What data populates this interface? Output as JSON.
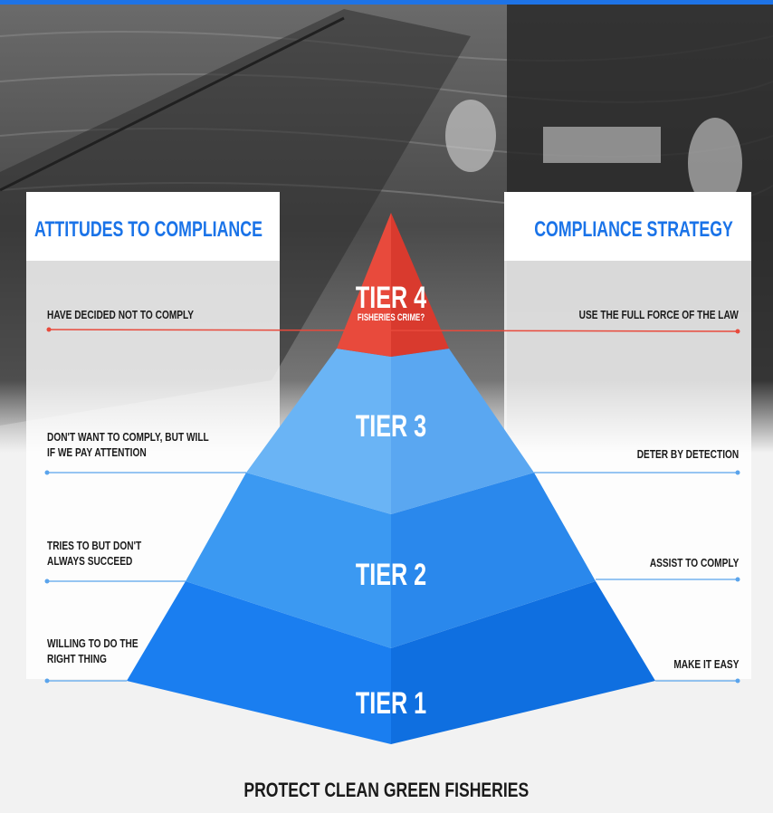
{
  "headers": {
    "left": "ATTITUDES TO COMPLIANCE",
    "right": "COMPLIANCE STRATEGY"
  },
  "tiers": [
    {
      "name": "TIER 4",
      "sub": "FISHERIES CRIME?",
      "attitude": "HAVE DECIDED NOT TO COMPLY",
      "strategy": "USE THE FULL FORCE OF THE LAW",
      "color": "#e84a3c"
    },
    {
      "name": "TIER 3",
      "attitude": "DON'T WANT TO COMPLY, BUT WILL\nIF WE PAY ATTENTION",
      "strategy": "DETER BY DETECTION",
      "color": "#6ab4f5"
    },
    {
      "name": "TIER 2",
      "attitude": "TRIES TO BUT DON'T\nALWAYS SUCCEED",
      "strategy": "ASSIST TO COMPLY",
      "color": "#3b99f2"
    },
    {
      "name": "TIER 1",
      "attitude": "WILLING TO DO THE\nRIGHT THING",
      "strategy": "MAKE IT EASY",
      "color": "#1a7ef0"
    }
  ],
  "footer": "PROTECT CLEAN GREEN FISHERIES",
  "colors": {
    "accent": "#1a73e8",
    "top_bar": "#1e73e6",
    "line_red": "#e84a3c",
    "line_blue": "#5aa4ec"
  }
}
